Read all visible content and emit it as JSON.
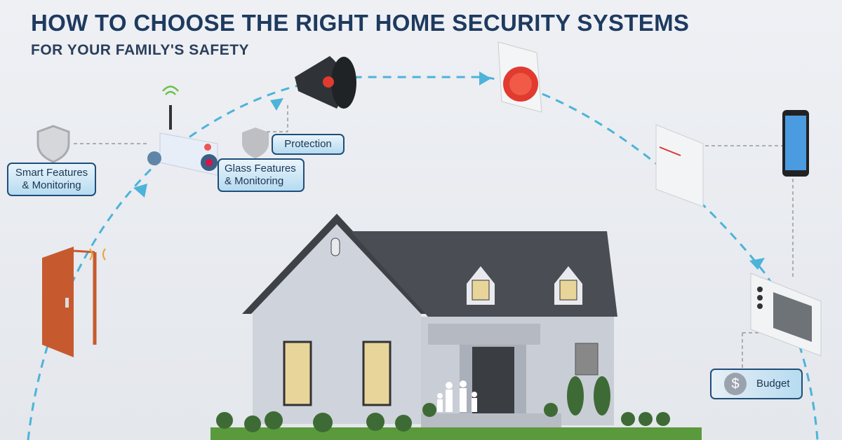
{
  "title": "HOW TO CHOOSE THE RIGHT HOME SECURITY SYSTEMS",
  "subtitle": "FOR YOUR FAMILY'S SAFETY",
  "labels": {
    "smart_features": "Smart Features & Monitoring",
    "glass_features": "Glass Features & Monitoring",
    "protection": "Protection",
    "budget": "Budget"
  },
  "icons": [
    "shield-icon",
    "camera-icon",
    "siren-icon",
    "alarm-bell-icon",
    "motion-sensor-icon",
    "smartphone-icon",
    "control-panel-icon",
    "door-icon",
    "dollar-icon",
    "house-illustration",
    "family-icon"
  ],
  "colors": {
    "title": "#1e3a5f",
    "accent": "#4db3d9",
    "label_border": "#1f4e7a"
  }
}
